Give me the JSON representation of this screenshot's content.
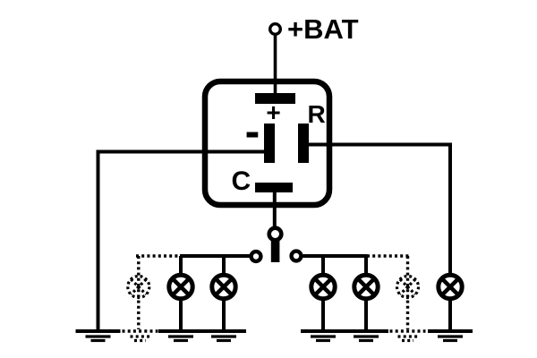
{
  "colors": {
    "background": "#ffffff",
    "line": "#000000"
  },
  "labels": {
    "battery": "+BAT",
    "terminal_plus": "+",
    "terminal_minus": "-",
    "terminal_r": "R",
    "terminal_c": "C"
  },
  "components": {
    "relay_terminals": [
      "+",
      "-",
      "R",
      "C"
    ],
    "solid_lamps": 5,
    "dotted_optional_lamps": 2,
    "solid_grounds": 6,
    "dotted_grounds": 2,
    "switch_contacts": 2
  }
}
